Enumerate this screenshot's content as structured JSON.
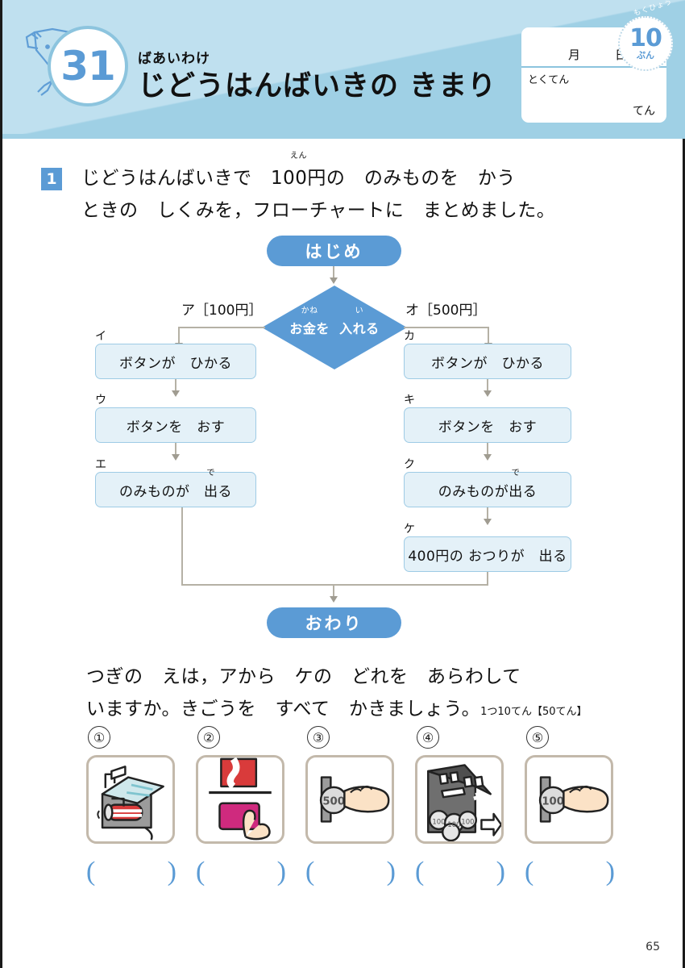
{
  "header": {
    "unit_number": "31",
    "subtitle": "ばあいわけ",
    "title": "じどうはんばいきの きまり",
    "mascot_icon": "elephant-icon",
    "scorebox": {
      "month_label": "月",
      "day_label": "日",
      "score_label": "とくてん",
      "points_unit": "てん",
      "goal_note": "もくひょう",
      "time_value": "10",
      "time_unit": "ぷん"
    }
  },
  "question1": {
    "marker": "1",
    "line1_a": "じどうはんばいきで　",
    "line1_money": "100円",
    "line1_money_ruby": "えん",
    "line1_b": "の　のみものを　かう",
    "line2": "ときの　しくみを，フローチャートに　まとめました。"
  },
  "flowchart": {
    "start": "はじめ",
    "end": "おわり",
    "decision": {
      "text_a": "お金を",
      "ruby_a": "かね",
      "text_b": "入れる",
      "ruby_b": "い"
    },
    "branch_left": "ア［100円］",
    "branch_right": "オ［500円］",
    "left_steps": [
      {
        "label": "イ",
        "text": "ボタンが　ひかる"
      },
      {
        "label": "ウ",
        "text": "ボタンを　おす"
      },
      {
        "label": "エ",
        "text_a": "のみものが　",
        "text_kanji": "出",
        "ruby": "で",
        "text_b": "る"
      }
    ],
    "right_steps": [
      {
        "label": "カ",
        "text": "ボタンが　ひかる"
      },
      {
        "label": "キ",
        "text": "ボタンを　おす"
      },
      {
        "label": "ク",
        "text_a": "のみものが ",
        "text_kanji": "出",
        "ruby": "で",
        "text_b": "る"
      },
      {
        "label": "ケ",
        "text": "400円の おつりが　出る"
      }
    ]
  },
  "question2": {
    "line1": "つぎの　えは，アから　ケの　どれを　あらわして",
    "line2": "いますか。きごうを　すべて　かきましょう。",
    "score_note": "1つ10てん【50てん】",
    "pictures": [
      {
        "number": "①",
        "icon": "drink-outlet-icon",
        "description": "のみものが出る取り出し口"
      },
      {
        "number": "②",
        "icon": "press-button-icon",
        "description": "ボタンをおす"
      },
      {
        "number": "③",
        "icon": "insert-500-coin-icon",
        "coin": "500"
      },
      {
        "number": "④",
        "icon": "change-slot-coins-icon",
        "coin": "100"
      },
      {
        "number": "⑤",
        "icon": "insert-100-coin-icon",
        "coin": "100"
      }
    ],
    "answer_open": "(",
    "answer_close": ")"
  },
  "footer": {
    "page_number": "65"
  },
  "colors": {
    "header_bg": "#9fd0e5",
    "header_light": "#bfe0ef",
    "accent_blue": "#5b9bd5",
    "box_fill": "#e4f1f8",
    "box_border": "#9ecbe5",
    "line_gray": "#b5b1a5",
    "frame_border": "#c3b9ab"
  }
}
